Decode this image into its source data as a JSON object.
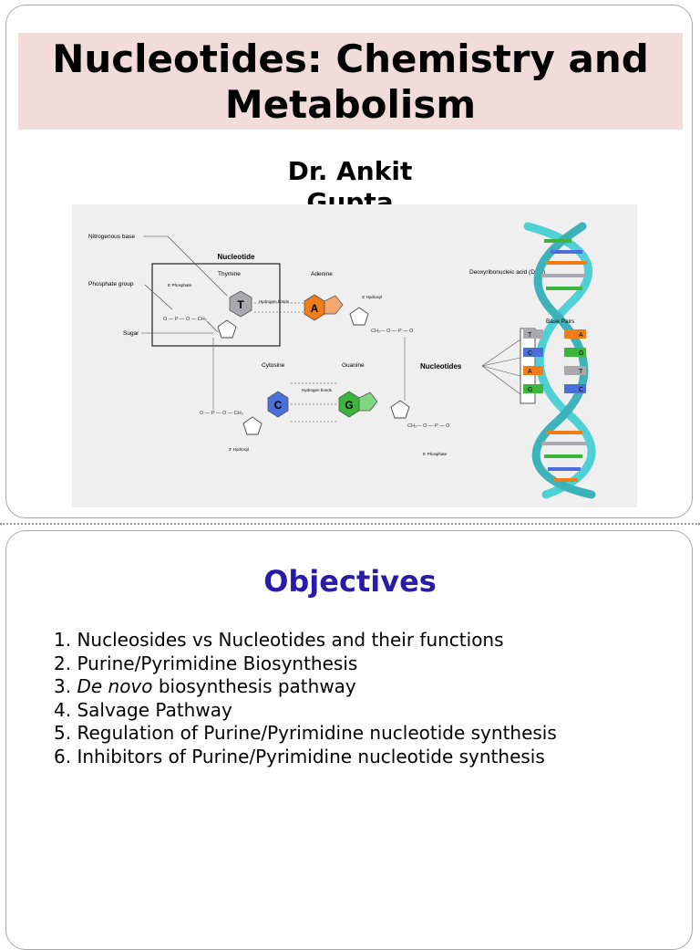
{
  "slide1": {
    "title_line1": "Nucleotides: Chemistry and",
    "title_line2": "Metabolism",
    "author_line1": "Dr. Ankit",
    "author_line2": "Gupta",
    "figure": {
      "label_nitrogenous_base": "Nitrogenous base",
      "label_nucleotide": "Nucleotide",
      "label_phosphate_group": "Phosphate group",
      "label_sugar": "Sugar",
      "label_thymine": "Thymine",
      "label_adenine": "Adenine",
      "label_cytosine": "Cytosine",
      "label_guanine": "Guanine",
      "label_hydrogen_bonds": "Hydrogen bonds",
      "label_5_phosphate": "5' Phosphate",
      "label_3_hydroxyl": "3' Hydroxyl",
      "label_5_phosphate_bottom": "5' Phosphate",
      "label_3_hydroxyl_bottom": "3' Hydroxyl",
      "label_dna": "Deoxyribonucleic acid (DNA)",
      "label_base_pairs": "Base Pairs",
      "label_nucleotides": "Nucleotides",
      "base_t": "T",
      "base_a": "A",
      "base_c": "C",
      "base_g": "G",
      "pairs": [
        {
          "left": "T",
          "right": "A"
        },
        {
          "left": "C",
          "right": "G"
        },
        {
          "left": "A",
          "right": "T"
        },
        {
          "left": "G",
          "right": "C"
        }
      ],
      "colors": {
        "thymine": "#a8a8ae",
        "adenine": "#ef7d1a",
        "cytosine": "#4a6fd8",
        "guanine": "#3cb53c",
        "helix": "#4fd0d4"
      }
    }
  },
  "slide2": {
    "title": "Objectives",
    "items": [
      {
        "num": "1. ",
        "italic": "",
        "text": "Nucleosides vs Nucleotides and their functions"
      },
      {
        "num": "2. ",
        "italic": "",
        "text": "Purine/Pyrimidine Biosynthesis"
      },
      {
        "num": "3. ",
        "italic": "De novo",
        "text": " biosynthesis pathway"
      },
      {
        "num": "4. ",
        "italic": "",
        "text": "Salvage Pathway"
      },
      {
        "num": "5. ",
        "italic": "",
        "text": "Regulation of Purine/Pyrimidine nucleotide synthesis"
      },
      {
        "num": "6. ",
        "italic": "",
        "text": "Inhibitors of Purine/Pyrimidine nucleotide synthesis"
      }
    ]
  }
}
